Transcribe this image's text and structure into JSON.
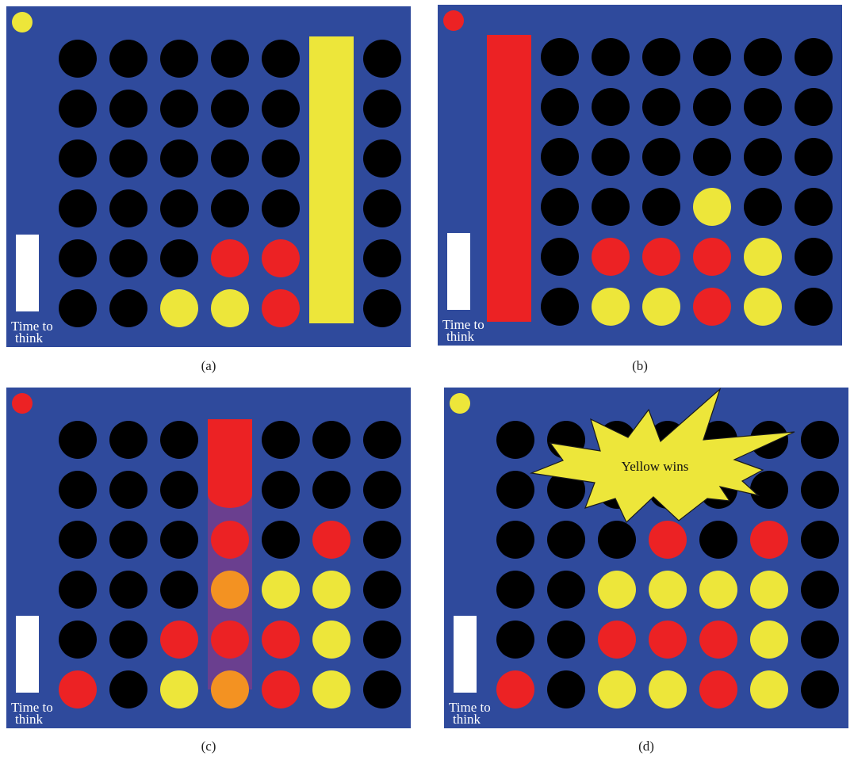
{
  "colors": {
    "board": "#2f4a9c",
    "empty": "#000000",
    "red": "#ec2224",
    "yellow": "#ede63a",
    "orange": "#f39222",
    "highlight": "#6a3f8f",
    "timer": "#ffffff"
  },
  "timer_label_line1": "Time to",
  "timer_label_line2": "think",
  "panels": [
    {
      "caption": "(a)",
      "turn": "yellow",
      "timer_level": 0.31,
      "column_indicator": {
        "column": 5,
        "color": "yellow",
        "kind": "full"
      },
      "grid": [
        [
          "e",
          "e",
          "e",
          "e",
          "e",
          "-",
          "e"
        ],
        [
          "e",
          "e",
          "e",
          "e",
          "e",
          "-",
          "e"
        ],
        [
          "e",
          "e",
          "e",
          "e",
          "e",
          "-",
          "e"
        ],
        [
          "e",
          "e",
          "e",
          "e",
          "e",
          "-",
          "e"
        ],
        [
          "e",
          "e",
          "e",
          "r",
          "r",
          "-",
          "e"
        ],
        [
          "e",
          "e",
          "y",
          "y",
          "r",
          "-",
          "e"
        ]
      ]
    },
    {
      "caption": "(b)",
      "turn": "red",
      "timer_level": 0.31,
      "column_indicator": {
        "column": 0,
        "color": "red",
        "kind": "full"
      },
      "grid": [
        [
          "-",
          "e",
          "e",
          "e",
          "e",
          "e",
          "e"
        ],
        [
          "-",
          "e",
          "e",
          "e",
          "e",
          "e",
          "e"
        ],
        [
          "-",
          "e",
          "e",
          "e",
          "e",
          "e",
          "e"
        ],
        [
          "-",
          "e",
          "e",
          "e",
          "y",
          "e",
          "e"
        ],
        [
          "-",
          "e",
          "r",
          "r",
          "r",
          "y",
          "e"
        ],
        [
          "-",
          "e",
          "y",
          "y",
          "r",
          "y",
          "e"
        ]
      ]
    },
    {
      "caption": "(c)",
      "turn": "red",
      "timer_level": 0.31,
      "column_indicator": {
        "column": 3,
        "color": "red",
        "kind": "drop"
      },
      "grid": [
        [
          "e",
          "e",
          "e",
          "-",
          "e",
          "e",
          "e"
        ],
        [
          "e",
          "e",
          "e",
          "-",
          "e",
          "e",
          "e"
        ],
        [
          "e",
          "e",
          "e",
          "r",
          "e",
          "r",
          "e"
        ],
        [
          "e",
          "e",
          "e",
          "o",
          "y",
          "y",
          "e"
        ],
        [
          "e",
          "e",
          "r",
          "r",
          "r",
          "y",
          "e"
        ],
        [
          "r",
          "e",
          "y",
          "o",
          "r",
          "y",
          "e"
        ]
      ]
    },
    {
      "caption": "(d)",
      "turn": "yellow",
      "timer_level": 0.31,
      "banner": "Yellow wins",
      "grid": [
        [
          "e",
          "e",
          "e",
          "e",
          "e",
          "e",
          "e"
        ],
        [
          "e",
          "e",
          "e",
          "e",
          "e",
          "e",
          "e"
        ],
        [
          "e",
          "e",
          "e",
          "r",
          "e",
          "r",
          "e"
        ],
        [
          "e",
          "e",
          "y",
          "y",
          "y",
          "y",
          "e"
        ],
        [
          "e",
          "e",
          "r",
          "r",
          "r",
          "y",
          "e"
        ],
        [
          "r",
          "e",
          "y",
          "y",
          "r",
          "y",
          "e"
        ]
      ]
    }
  ]
}
